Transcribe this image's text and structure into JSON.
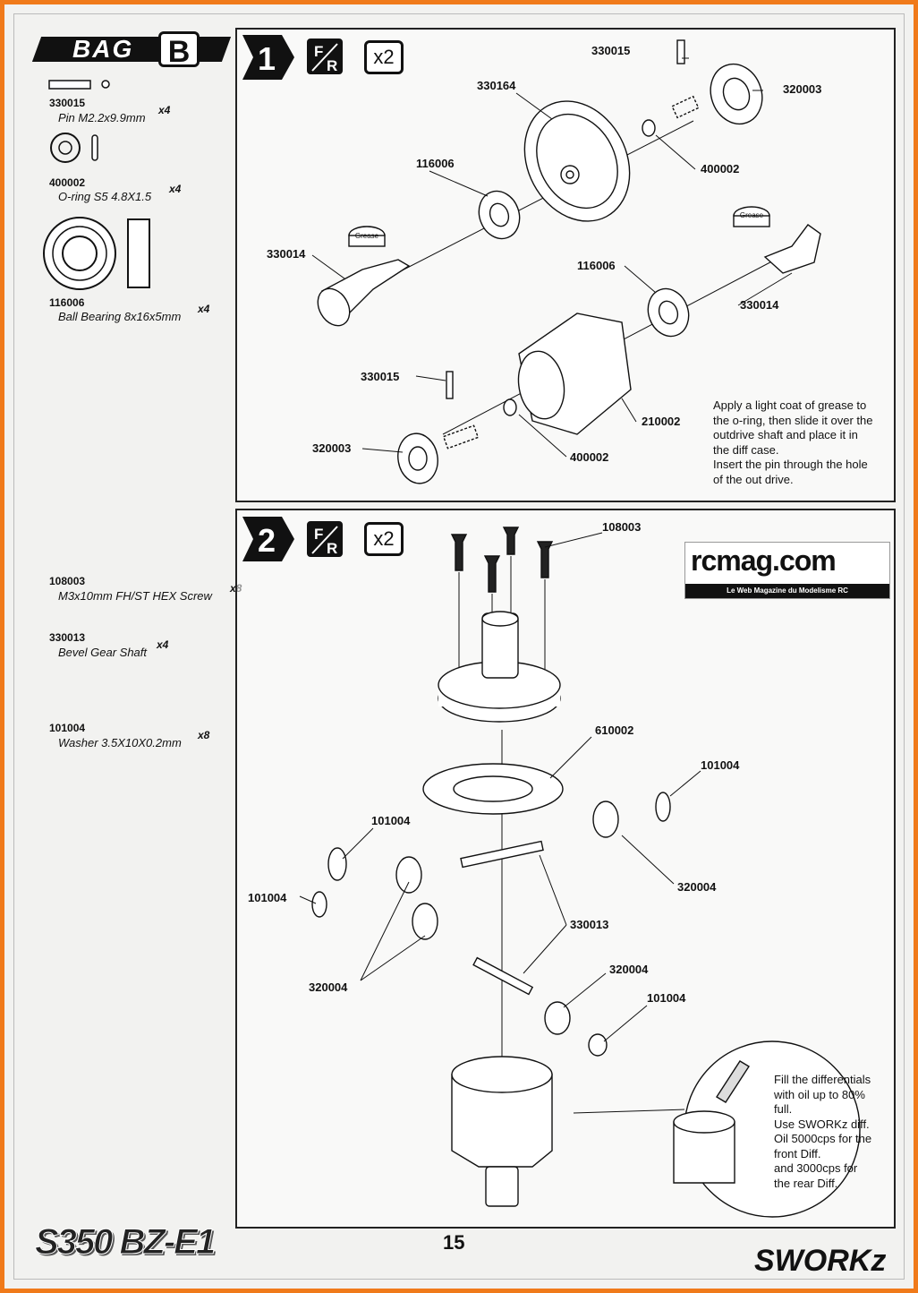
{
  "bag": {
    "label": "BAG",
    "letter": "B"
  },
  "parts_step1": [
    {
      "code": "330015",
      "name": "Pin M2.2x9.9mm",
      "qty": "x4"
    },
    {
      "code": "400002",
      "name": "O-ring S5   4.8X1.5",
      "qty": "x4"
    },
    {
      "code": "116006",
      "name": "Ball Bearing 8x16x5mm",
      "qty": "x4"
    }
  ],
  "parts_step2": [
    {
      "code": "108003",
      "name": "M3x10mm FH/ST HEX Screw",
      "qty": "x8"
    },
    {
      "code": "330013",
      "name": "Bevel Gear Shaft",
      "qty": "x4"
    },
    {
      "code": "101004",
      "name": "Washer 3.5X10X0.2mm",
      "qty": "x8"
    }
  ],
  "step1": {
    "number": "1",
    "fr_icon": "F/R",
    "multiplier": "x2",
    "callouts": [
      "330015",
      "330164",
      "320003",
      "116006",
      "400002",
      "330014",
      "116006",
      "330014",
      "330015",
      "210002",
      "320003",
      "400002"
    ],
    "grease_label": "Grease",
    "note": [
      "Apply a light coat of grease to",
      "the o-ring, then slide it over the",
      "outdrive shaft and place it in",
      "the diff case.",
      "Insert the pin through the hole",
      "of the out drive."
    ]
  },
  "step2": {
    "number": "2",
    "fr_icon": "F/R",
    "multiplier": "x2",
    "callouts": [
      "108003",
      "610002",
      "101004",
      "101004",
      "101004",
      "320004",
      "330013",
      "320004",
      "320004",
      "101004"
    ],
    "note": [
      "Fill the differentials",
      "with oil up to 80%",
      "full.",
      "Use SWORKz diff.",
      "Oil 5000cps for the",
      "front Diff.",
      "and 3000cps for",
      "the rear Diff."
    ]
  },
  "watermark": {
    "title": "rcmag.com",
    "subtitle": "Le Web Magazine du Modelisme RC"
  },
  "page_number": "15",
  "footer": {
    "model_logo": "S350 BZ-E1",
    "brand_logo": "SWORKz"
  },
  "colors": {
    "border": "#f07a1a",
    "ink": "#111111"
  }
}
